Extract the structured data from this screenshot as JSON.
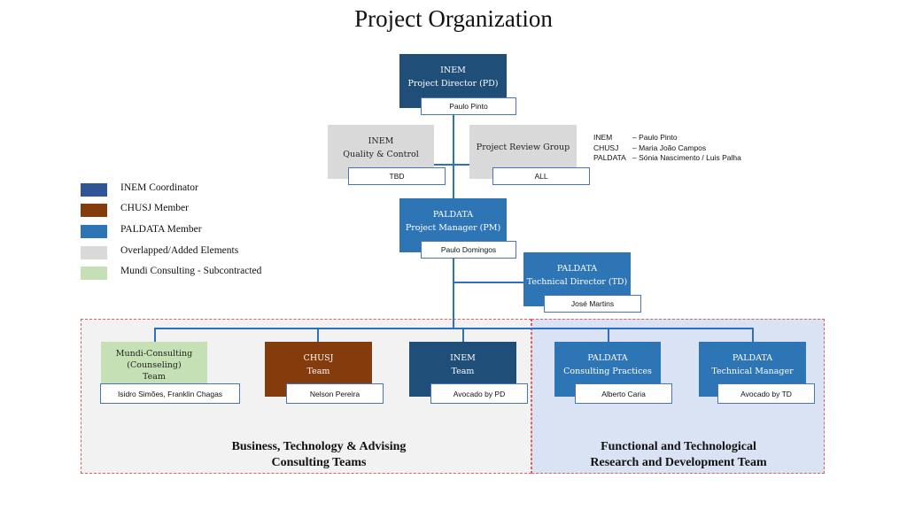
{
  "title": "Project Organization",
  "colors": {
    "inem": "#1f4e79",
    "chusj": "#843c0c",
    "paldata": "#2e75b6",
    "overlapped": "#d9d9d9",
    "mundi": "#c5e0b4",
    "connector": "#2f6fc2",
    "region_left_bg": "#f2f2f2",
    "region_right_bg": "#dae3f3",
    "region_border": "#e06060"
  },
  "legend": [
    {
      "label": "INEM Coordinator",
      "color": "#2f5597"
    },
    {
      "label": "CHUSJ Member",
      "color": "#843c0c"
    },
    {
      "label": "PALDATA Member",
      "color": "#2e75b6"
    },
    {
      "label": "Overlapped/Added Elements",
      "color": "#d9d9d9"
    },
    {
      "label": "Mundi Consulting - Subcontracted",
      "color": "#c5e0b4"
    }
  ],
  "nodes": {
    "project_director": {
      "org": "INEM",
      "role": "Project Director (PD)",
      "person": "Paulo Pinto"
    },
    "quality_control": {
      "org": "INEM",
      "role": "Quality & Control",
      "person": "TBD"
    },
    "review_group": {
      "role": "Project Review Group",
      "person": "ALL"
    },
    "project_manager": {
      "org": "PALDATA",
      "role": "Project Manager (PM)",
      "person": "Paulo Domingos"
    },
    "technical_director": {
      "org": "PALDATA",
      "role": "Technical Director (TD)",
      "person": "José Martins"
    },
    "mundi_team": {
      "line1": "Mundi-Consulting",
      "line2": "(Counseling)",
      "line3": "Team",
      "person": "Isidro Simões, Franklin Chagas"
    },
    "chusj_team": {
      "org": "CHUSJ",
      "role": "Team",
      "person": "Nelson Pereira"
    },
    "inem_team": {
      "org": "INEM",
      "role": "Team",
      "person": "Avocado by PD"
    },
    "consulting_practices": {
      "org": "PALDATA",
      "role": "Consulting Practices",
      "person": "Alberto Caria"
    },
    "technical_manager": {
      "org": "PALDATA",
      "role": "Technical  Manager",
      "person": "Avocado by TD"
    }
  },
  "review_members": [
    {
      "org": "INEM",
      "name": "– Paulo Pinto"
    },
    {
      "org": "CHUSJ",
      "name": "– Maria João Campos"
    },
    {
      "org": "PALDATA",
      "name": "– Sónia Nascimento  / Luis Palha"
    }
  ],
  "regions": {
    "left_label_1": "Business, Technology & Advising",
    "left_label_2": "Consulting Teams",
    "right_label_1": "Functional and Technological",
    "right_label_2": "Research and Development Team"
  }
}
